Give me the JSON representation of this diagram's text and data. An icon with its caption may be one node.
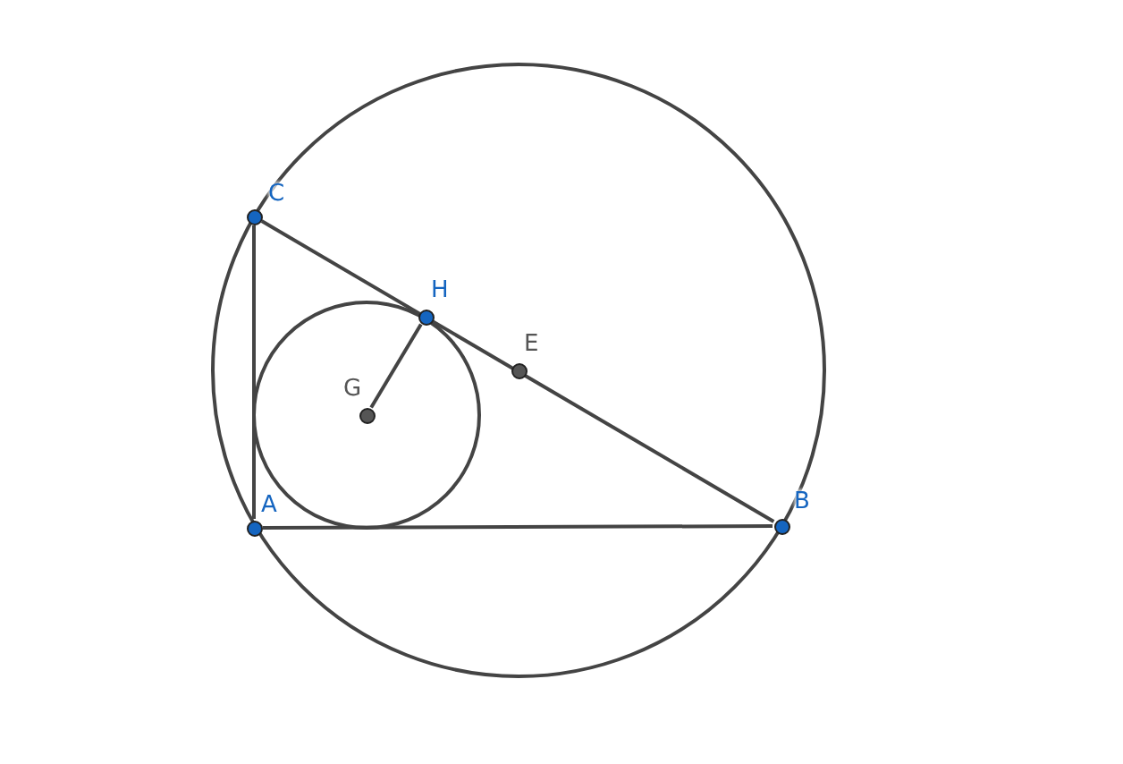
{
  "diagram": {
    "nodes": [
      {
        "text": [
          "C"
        ]
      },
      {
        "text": [
          "H"
        ]
      },
      {
        "text": [
          "E"
        ]
      },
      {
        "text": [
          "G"
        ]
      },
      {
        "text": [
          "A"
        ]
      },
      {
        "text": [
          "B"
        ]
      }
    ],
    "edges": [
      {
        "from": 0,
        "to": 5,
        "arrow": "none"
      },
      {
        "from": 4,
        "to": 0,
        "arrow": "none"
      },
      {
        "from": 4,
        "to": 5,
        "arrow": "none"
      },
      {
        "from": 3,
        "to": 1,
        "arrow": "none"
      }
    ]
  }
}
